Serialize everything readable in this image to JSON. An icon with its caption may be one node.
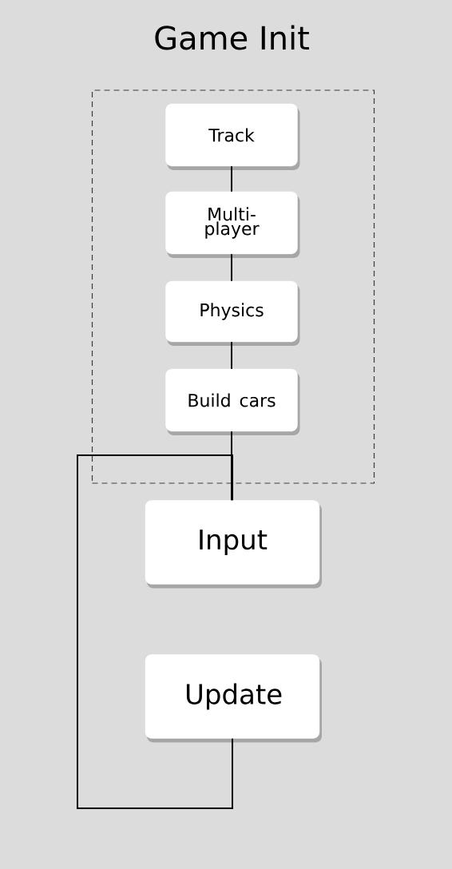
{
  "diagram": {
    "nodes": [
      {
        "text": [
          "Game Init"
        ]
      },
      {
        "text": [
          "Track"
        ],
        "in": 0
      },
      {
        "text": [
          "Multi-player"
        ],
        "in": 0
      },
      {
        "text": [
          "Physics"
        ],
        "in": 0
      },
      {
        "text": [
          "Build cars"
        ],
        "in": 0
      },
      {
        "text": [
          "Input"
        ]
      },
      {
        "text": [
          "Update"
        ]
      }
    ],
    "edges": [
      {
        "from": 1,
        "to": 2,
        "arrow": "none"
      },
      {
        "from": 2,
        "to": 3,
        "arrow": "none"
      },
      {
        "from": 3,
        "to": 4,
        "arrow": "none"
      },
      {
        "from": 4,
        "to": 5,
        "arrow": "none"
      },
      {
        "from": 6,
        "to": 5,
        "arrow": "none"
      }
    ]
  }
}
